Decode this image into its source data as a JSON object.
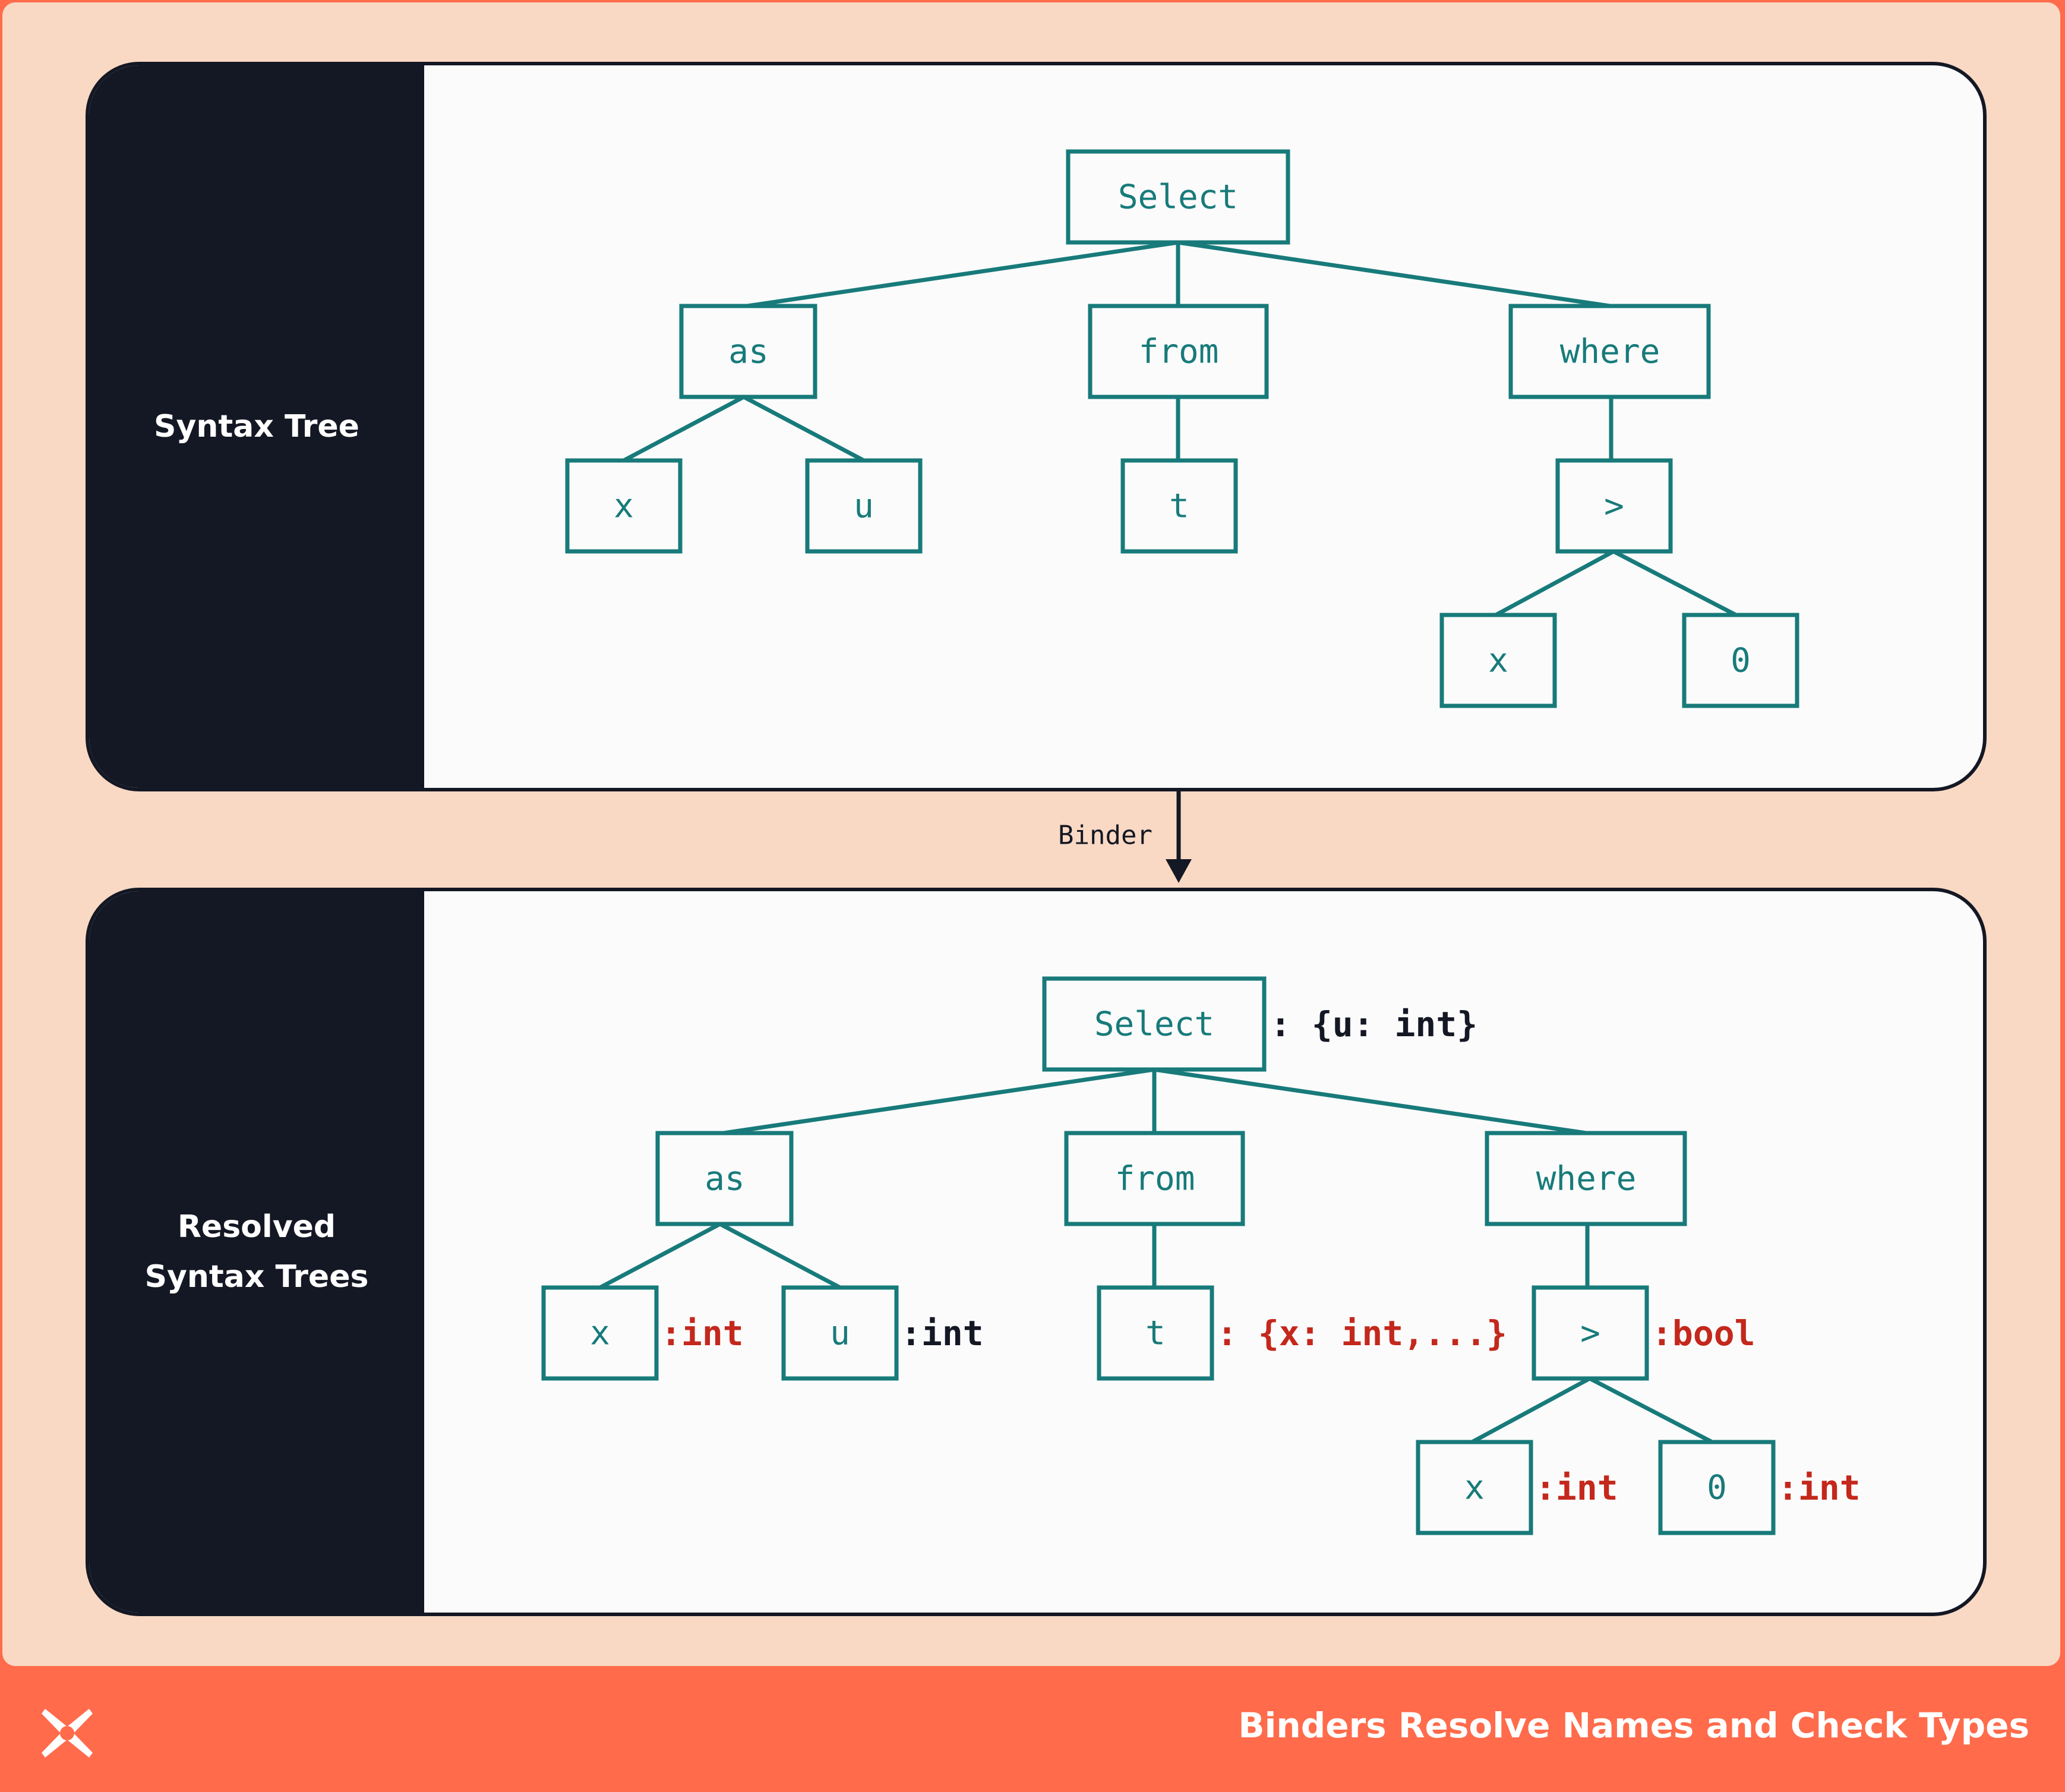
{
  "footer": {
    "title": "Binders Resolve Names and Check Types"
  },
  "colors": {
    "teal": "#187A7A",
    "red": "#C4281C",
    "dark": "#141824",
    "peach": "#F9D9C4",
    "coral": "#FF6B4B"
  },
  "top_panel": {
    "label": "Syntax Tree",
    "nodes": [
      "Select",
      "as",
      "from",
      "where",
      "x",
      "u",
      "t",
      ">",
      "x",
      "0"
    ]
  },
  "binder_label": "Binder",
  "bottom_panel": {
    "label": "Resolved\nSyntax Trees",
    "nodes": [
      "Select",
      "as",
      "from",
      "where",
      "x",
      "u",
      "t",
      ">",
      "x",
      "0"
    ],
    "types": [
      ": {u: int}",
      ":int",
      ":int",
      ": {x: int,...}",
      ":bool",
      ":int",
      ":int"
    ]
  },
  "logo_icon": "x-logo-icon"
}
